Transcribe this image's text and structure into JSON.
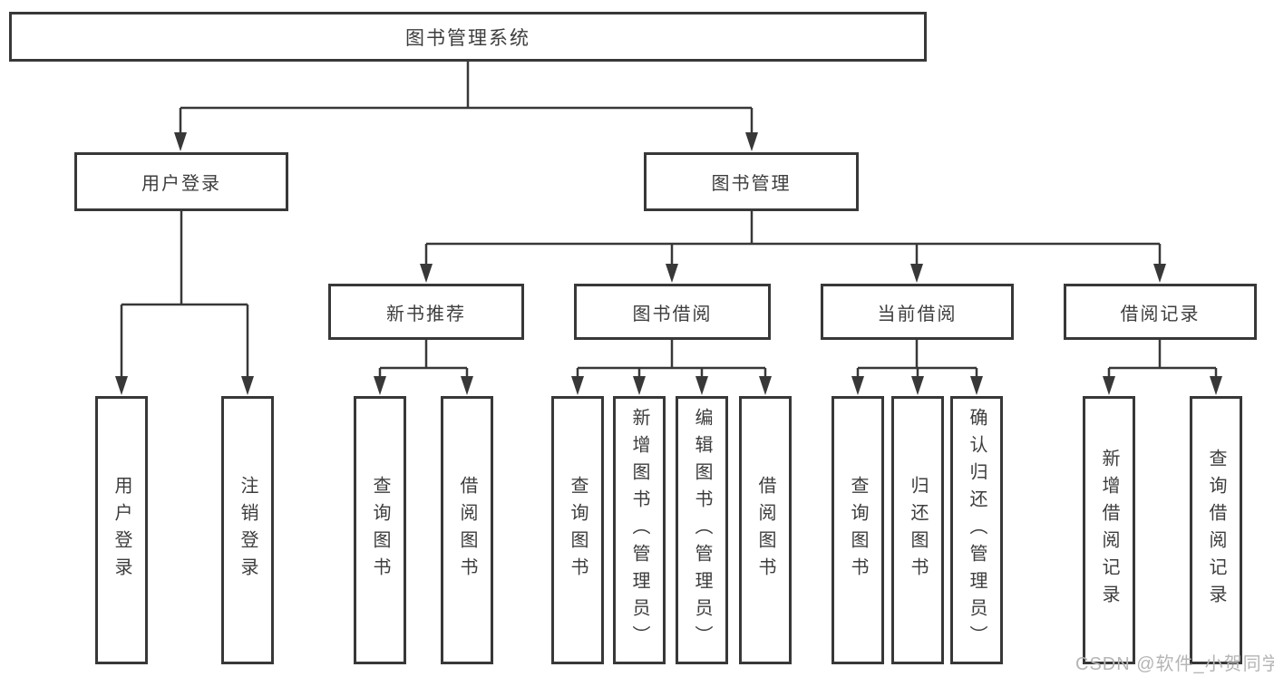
{
  "diagram": {
    "title": "图书管理系统",
    "root": {
      "label": "图书管理系统"
    },
    "branches": [
      {
        "label": "用户登录",
        "leaves": [
          {
            "label": "用户登录"
          },
          {
            "label": "注销登录"
          }
        ]
      },
      {
        "label": "图书管理",
        "children": [
          {
            "label": "新书推荐",
            "leaves": [
              {
                "label": "查询图书"
              },
              {
                "label": "借阅图书"
              }
            ]
          },
          {
            "label": "图书借阅",
            "leaves": [
              {
                "label": "查询图书"
              },
              {
                "label": "新增图书（管理员）"
              },
              {
                "label": "编辑图书（管理员）"
              },
              {
                "label": "借阅图书"
              }
            ]
          },
          {
            "label": "当前借阅",
            "leaves": [
              {
                "label": "查询图书"
              },
              {
                "label": "归还图书"
              },
              {
                "label": "确认归还（管理员）"
              }
            ]
          },
          {
            "label": "借阅记录",
            "leaves": [
              {
                "label": "新增借阅记录"
              },
              {
                "label": "查询借阅记录"
              }
            ]
          }
        ]
      }
    ]
  },
  "watermark": {
    "text": "CSDN @软件_小贺同学"
  },
  "colors": {
    "line": "#383838",
    "border": "#383838",
    "text": "#3d3d3d",
    "background": "#ffffff",
    "watermark": "#b5b5b5"
  }
}
